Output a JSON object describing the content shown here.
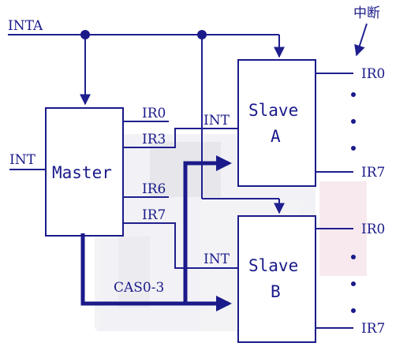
{
  "diagram": {
    "signals": {
      "inta": "INTA",
      "int_in": "INT",
      "cas": "CAS0-3",
      "interrupt_cn": "中断"
    },
    "master": {
      "name": "Master",
      "pins": [
        "IR0",
        "IR3",
        "IR6",
        "IR7"
      ]
    },
    "slave_a": {
      "name_line1": "Slave",
      "name_line2": "A",
      "int": "INT",
      "ir_first": "IR0",
      "ir_last": "IR7"
    },
    "slave_b": {
      "name_line1": "Slave",
      "name_line2": "B",
      "int": "INT",
      "ir_first": "IR0",
      "ir_last": "IR7"
    },
    "colors": {
      "line": "#1f1f8f",
      "text": "#1a1a8a",
      "background": "#ffffff"
    }
  }
}
